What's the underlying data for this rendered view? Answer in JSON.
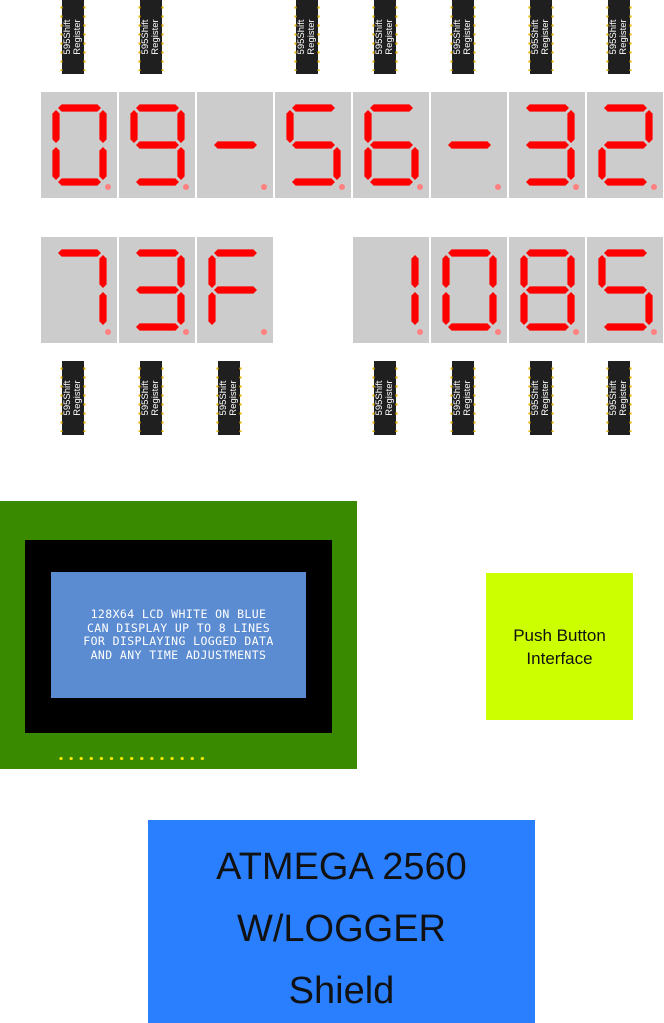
{
  "colors": {
    "segment_on": "#ff0000",
    "digit_bg": "#cccccc",
    "decimal_point": "#ff8080",
    "chip_body": "#1f1f1f",
    "lcd_board": "#3a8a00",
    "lcd_screen": "#5b8bd1",
    "push_box": "#ccff00",
    "mcu_box": "#2a7fff"
  },
  "shift_register": {
    "line1": "595Shift",
    "line2": "Register"
  },
  "top_display": {
    "chars": [
      "0",
      "9",
      "-",
      "5",
      "6",
      "-",
      "3",
      "2"
    ]
  },
  "bottom_display": {
    "left_chars": [
      "7",
      "3",
      "F"
    ],
    "right_chars": [
      "1",
      "0",
      "8",
      "5"
    ]
  },
  "lcd": {
    "lines": [
      "128X64 LCD WHITE ON BLUE",
      "CAN DISPLAY UP TO 8 LINES",
      "FOR DISPLAYING LOGGED DATA",
      "AND ANY TIME ADJUSTMENTS"
    ]
  },
  "push_button": {
    "line1": "Push Button",
    "line2": "Interface"
  },
  "mcu": {
    "line1": "ATMEGA 2560",
    "line2": "W/LOGGER",
    "line3": "Shield"
  }
}
